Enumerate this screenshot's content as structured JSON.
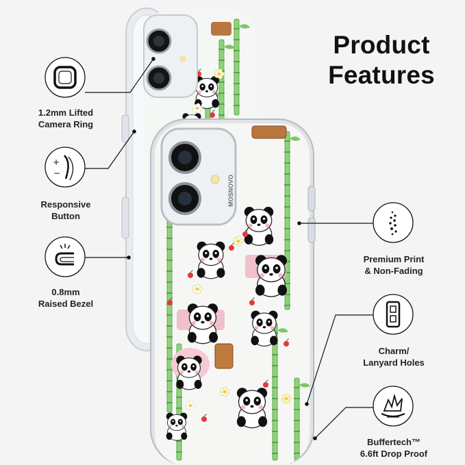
{
  "title_line1": "Product",
  "title_line2": "Features",
  "brand": "MOSNOVO",
  "features_left": [
    {
      "line1": "1.2mm Lifted",
      "line2": "Camera Ring",
      "icon": "camera-ring-icon"
    },
    {
      "line1": "Responsive",
      "line2": "Button",
      "icon": "button-icon"
    },
    {
      "line1": "0.8mm",
      "line2": "Raised Bezel",
      "icon": "bezel-icon"
    }
  ],
  "features_right": [
    {
      "line1": "Premium Print",
      "line2": "& Non-Fading",
      "icon": "print-dots-icon"
    },
    {
      "line1": "Charm/",
      "line2": "Lanyard Holes",
      "icon": "lanyard-hole-icon"
    },
    {
      "line1": "Buffertech™",
      "line2": "6.6ft Drop Proof",
      "icon": "shock-absorb-icon"
    }
  ],
  "colors": {
    "background": "#f4f4f4",
    "text": "#111111",
    "case_frame": "#e6e9ec",
    "bamboo": "#6fbf5a",
    "pink": "#f2b9c9"
  }
}
